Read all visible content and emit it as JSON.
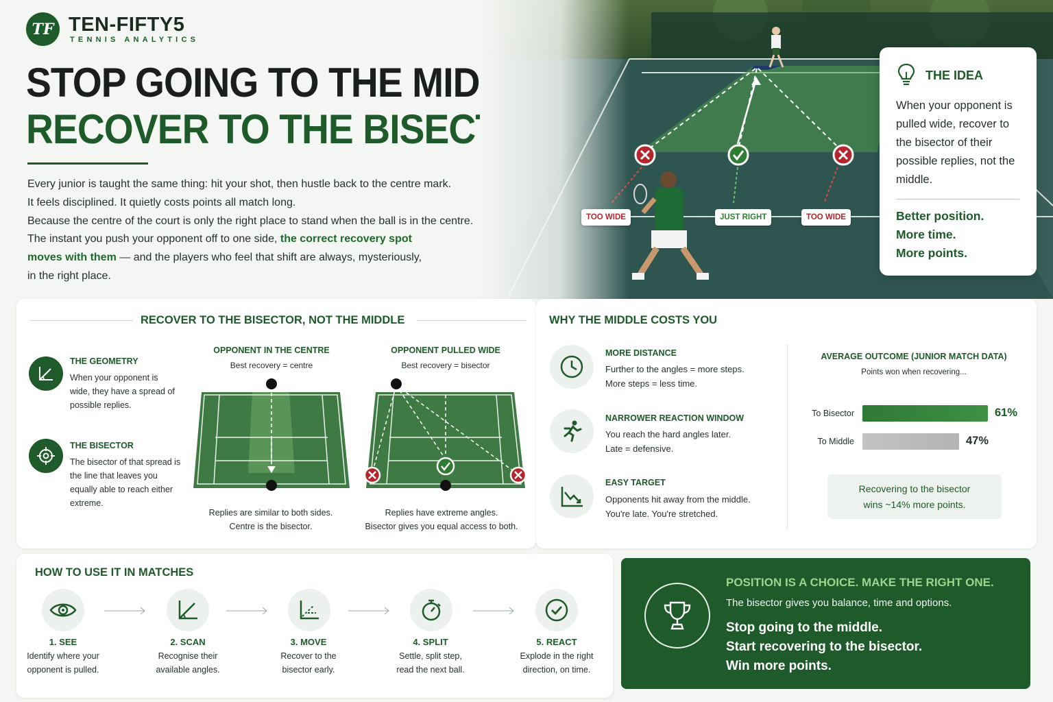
{
  "brand": {
    "logo_text": "TF",
    "name": "TEN-FIFTY5",
    "tagline": "TENNIS ANALYTICS"
  },
  "headline": {
    "line1": "STOP GOING TO THE MIDDLE.",
    "line2": "RECOVER TO THE BISECTOR."
  },
  "intro": {
    "line1": "Every junior is taught the same thing: hit your shot, then hustle back to the centre mark.",
    "line2": "It feels disciplined. It quietly costs points all match long.",
    "line3": "Because the centre of the court is only the right place to stand when the ball is in the centre.",
    "line4_pre": "The instant you push your opponent off to one side, ",
    "line4_hl": "the correct recovery spot",
    "line5_hl": "moves with them",
    "line5_post": " — and the players who feel that shift are always, mysteriously,",
    "line6": "in the right place."
  },
  "hero": {
    "labels": {
      "left": "TOO WIDE",
      "center": "JUST RIGHT",
      "right": "TOO WIDE"
    },
    "colors": {
      "bad": "#b3262e",
      "good": "#2e7d32"
    }
  },
  "idea": {
    "title": "THE IDEA",
    "body": "When your opponent is pulled wide, recover to the bisector of their possible replies, not the middle.",
    "tag1": "Better position.",
    "tag2": "More time.",
    "tag3": "More points."
  },
  "geometry": {
    "title": "RECOVER TO THE BISECTOR, NOT THE MIDDLE",
    "items": [
      {
        "icon": "angle-icon",
        "head": "THE GEOMETRY",
        "body": "When your opponent is wide, they have a spread of possible replies."
      },
      {
        "icon": "target-icon",
        "head": "THE BISECTOR",
        "body": "The bisector of that spread is the line that leaves you equally able to reach either extreme."
      }
    ],
    "diagrams": [
      {
        "head": "OPPONENT IN THE CENTRE",
        "sub": "Best recovery = centre",
        "cap1": "Replies are similar to both sides.",
        "cap2": "Centre is the bisector."
      },
      {
        "head": "OPPONENT PULLED WIDE",
        "sub": "Best recovery = bisector",
        "cap1": "Replies have extreme angles.",
        "cap2": "Bisector gives you equal access to both."
      }
    ]
  },
  "why": {
    "title": "WHY THE MIDDLE COSTS YOU",
    "items": [
      {
        "icon": "clock-icon",
        "head": "MORE DISTANCE",
        "line1": "Further to the angles = more steps.",
        "line2": "More steps = less time."
      },
      {
        "icon": "runner-icon",
        "head": "NARROWER REACTION WINDOW",
        "line1": "You reach the hard angles later.",
        "line2": "Late = defensive."
      },
      {
        "icon": "trend-down-icon",
        "head": "EASY TARGET",
        "line1": "Opponents hit away from the middle.",
        "line2": "You're late. You're stretched."
      }
    ],
    "outcome": {
      "title": "AVERAGE OUTCOME (JUNIOR MATCH DATA)",
      "subtitle": "Points won when recovering...",
      "bars": [
        {
          "label": "To Bisector",
          "value": 61,
          "display": "61%"
        },
        {
          "label": "To Middle",
          "value": 47,
          "display": "47%"
        }
      ],
      "note1": "Recovering to the bisector",
      "note2": "wins ~14% more points."
    }
  },
  "how": {
    "title": "HOW TO USE IT IN MATCHES",
    "steps": [
      {
        "icon": "eye-icon",
        "title": "1. SEE",
        "line1": "Identify where your",
        "line2": "opponent is pulled."
      },
      {
        "icon": "angle-icon",
        "title": "2. SCAN",
        "line1": "Recognise their",
        "line2": "available angles."
      },
      {
        "icon": "move-icon",
        "title": "3. MOVE",
        "line1": "Recover to the",
        "line2": "bisector early."
      },
      {
        "icon": "stopwatch-icon",
        "title": "4. SPLIT",
        "line1": "Settle, split step,",
        "line2": "read the next ball."
      },
      {
        "icon": "check-icon",
        "title": "5. REACT",
        "line1": "Explode in the right",
        "line2": "direction, on time."
      }
    ]
  },
  "cta": {
    "title": "POSITION IS A CHOICE. MAKE THE RIGHT ONE.",
    "sub": "The bisector gives you balance, time and options.",
    "line1": "Stop going to the middle.",
    "line2": "Start recovering to the bisector.",
    "line3": "Win more points."
  }
}
